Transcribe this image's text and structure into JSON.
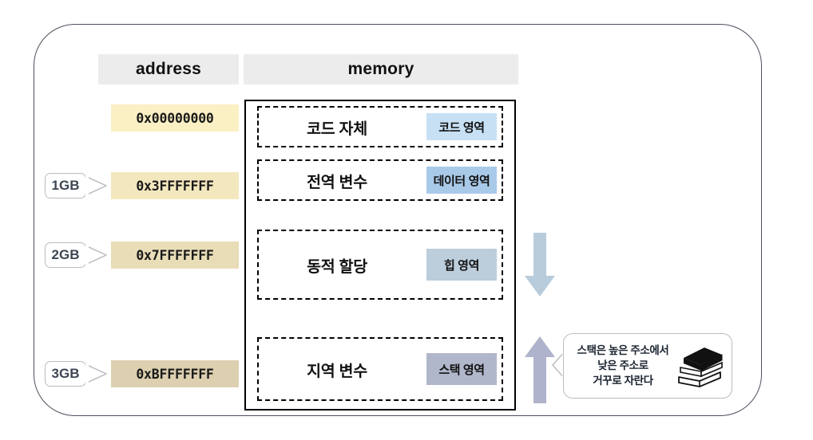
{
  "diagram": {
    "title": "process-memory-layout",
    "columns": {
      "address_header": "address",
      "memory_header": "memory"
    },
    "addresses": [
      {
        "value": "0x00000000",
        "color": "#fbf0c3",
        "marker": null
      },
      {
        "value": "0x3FFFFFFF",
        "color": "#f3e7be",
        "marker": "1GB"
      },
      {
        "value": "0x7FFFFFFF",
        "color": "#e9ddb7",
        "marker": "2GB"
      },
      {
        "value": "0xBFFFFFFF",
        "color": "#dcd0b0",
        "marker": "3GB"
      }
    ],
    "markers": [
      {
        "label": "1GB"
      },
      {
        "label": "2GB"
      },
      {
        "label": "3GB"
      }
    ],
    "segments": [
      {
        "label": "코드 자체",
        "badge": "코드 영역",
        "badge_color": "#c7e0f4"
      },
      {
        "label": "전역 변수",
        "badge": "데이터 영역",
        "badge_color": "#a9c9e8"
      },
      {
        "label": "동적 할당",
        "badge": "힙 영역",
        "badge_color": "#bccddb"
      },
      {
        "label": "지역 변수",
        "badge": "스택 영역",
        "badge_color": "#b0b7cb"
      }
    ],
    "arrows": [
      {
        "name": "heap-grows-down",
        "direction": "down",
        "color": "#b8ccdc"
      },
      {
        "name": "stack-grows-up",
        "direction": "up",
        "color": "#afb4cc"
      }
    ],
    "callout": {
      "line1": "스택은 높은 주소에서",
      "line2": "낮은 주소로",
      "line3": "거꾸로 자란다",
      "icon": "books-icon"
    },
    "colors": {
      "header_bg": "#ececec",
      "frame_border": "#4a4f5c",
      "segment_border": "#000000"
    }
  }
}
